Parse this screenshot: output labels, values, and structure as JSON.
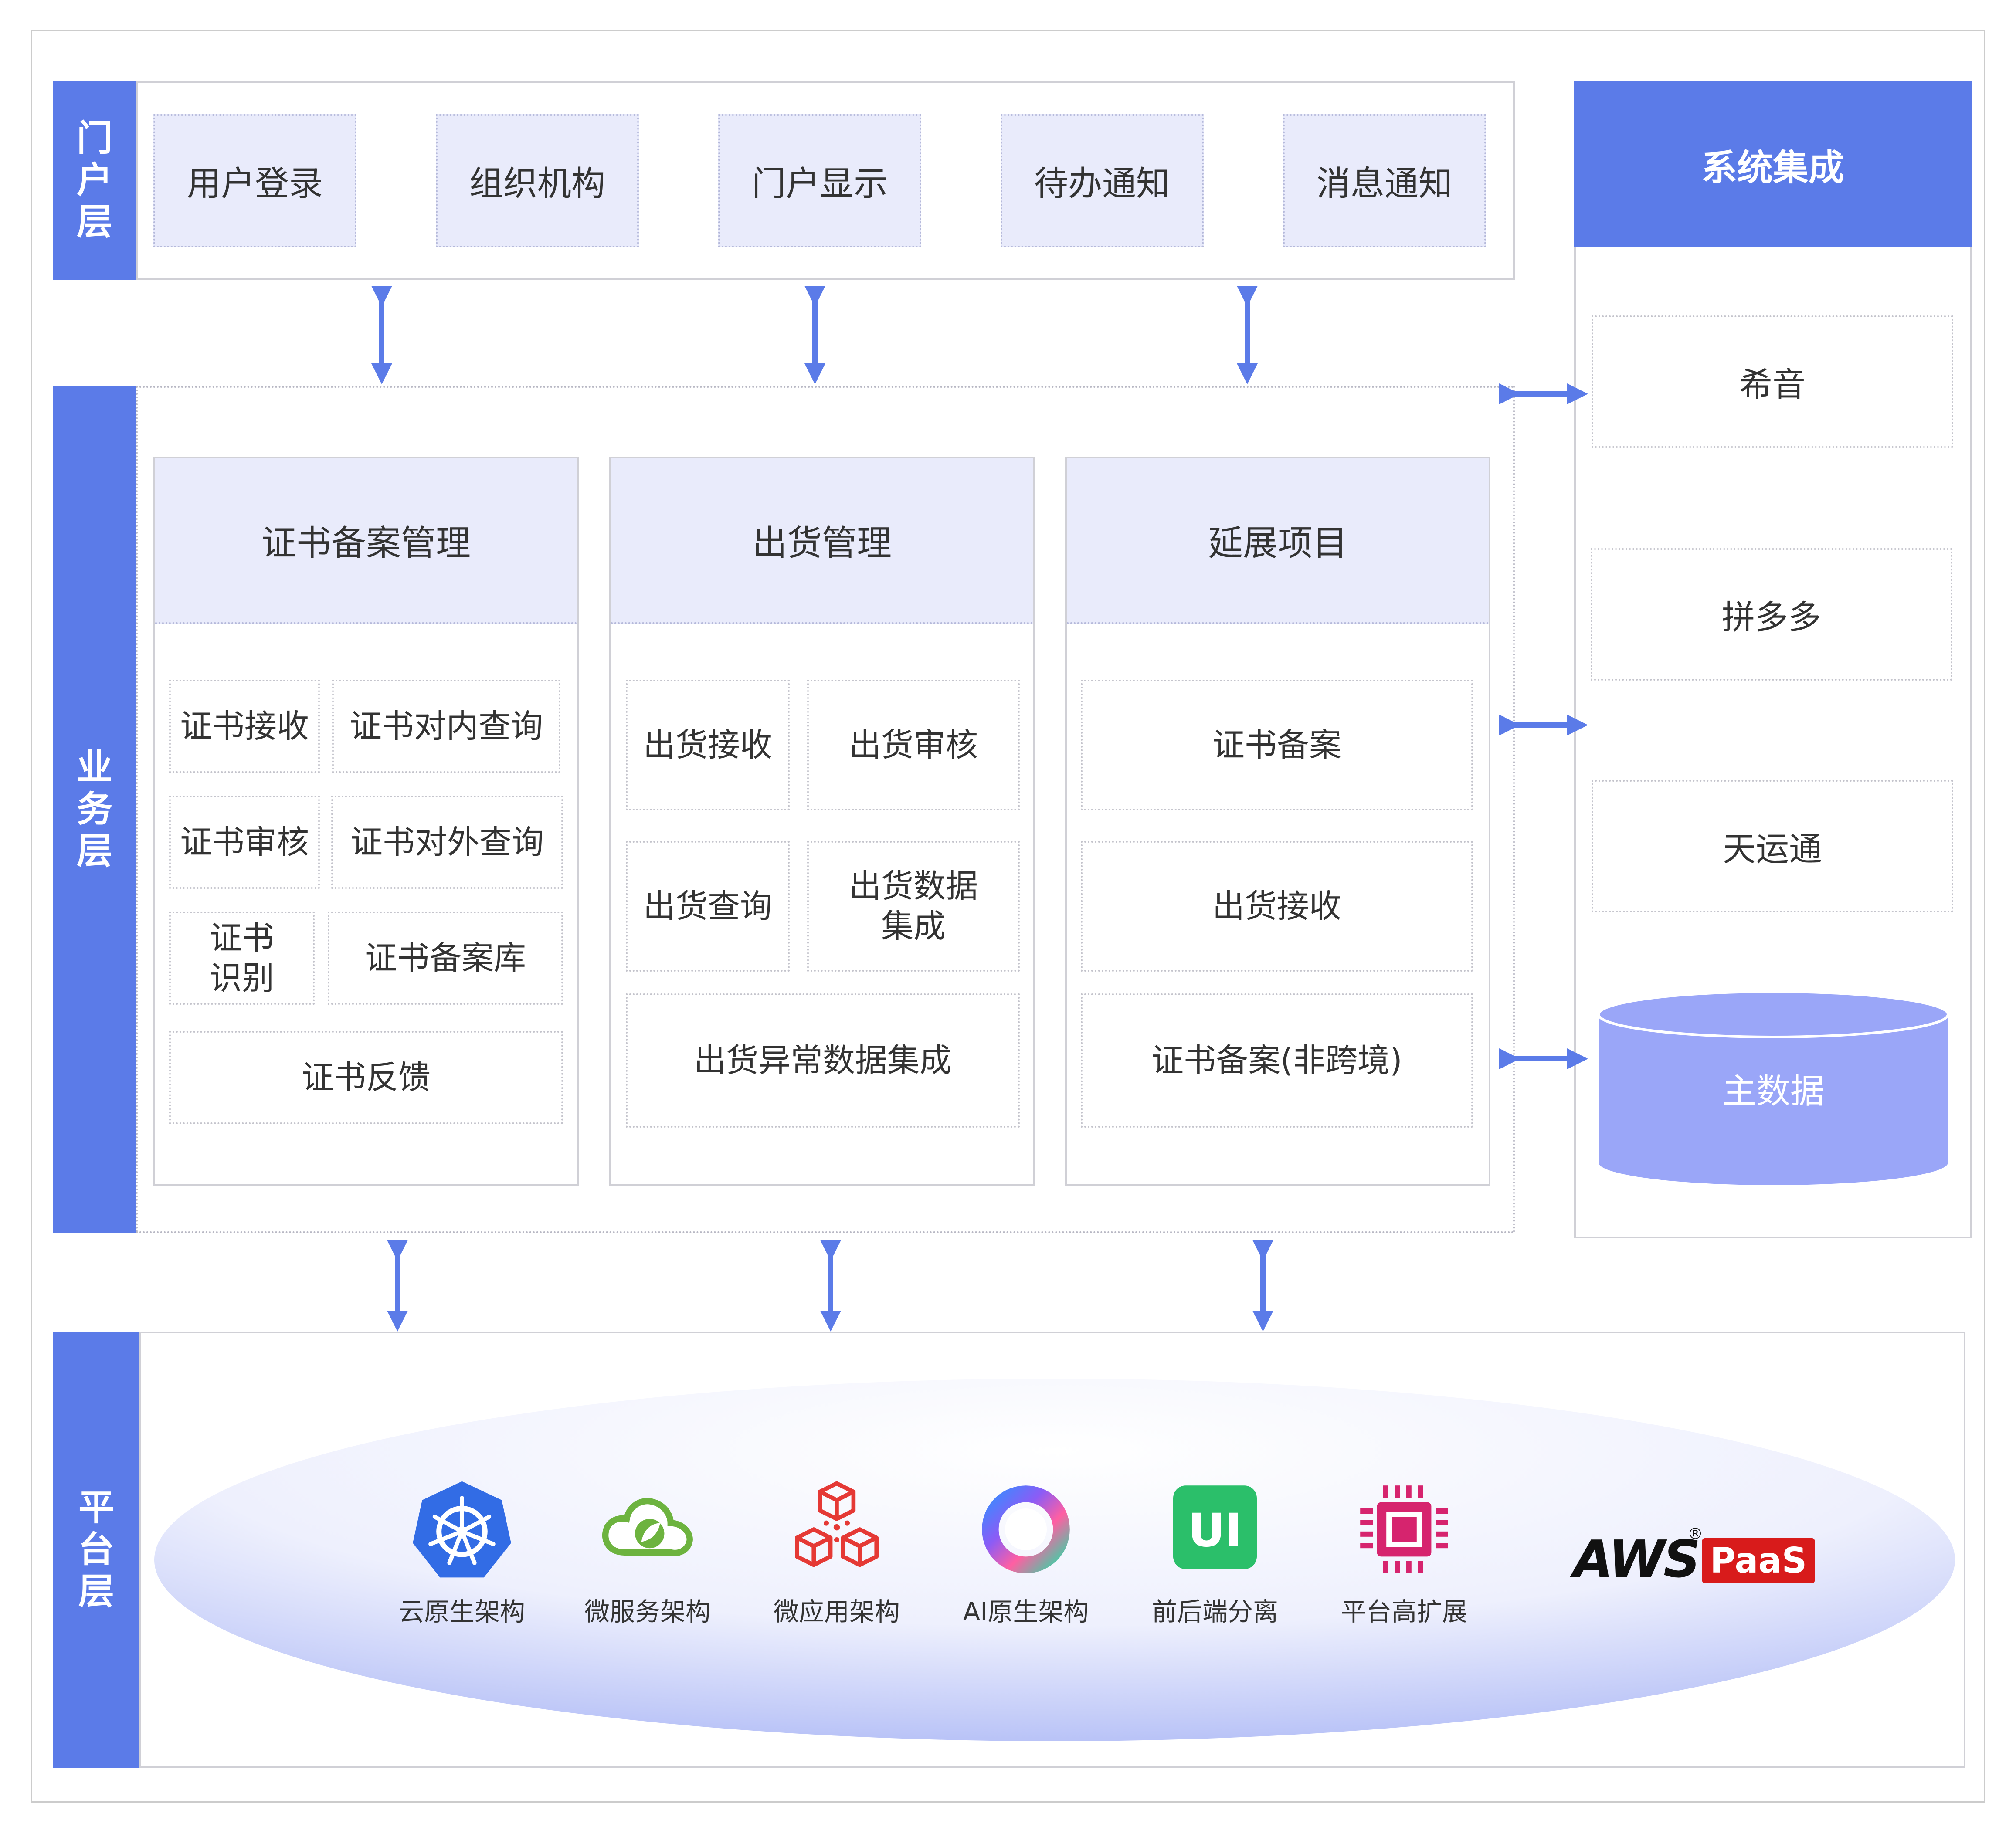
{
  "layers": {
    "portal": "门户层",
    "business": "业务层",
    "platform": "平台层"
  },
  "portal": {
    "items": [
      "用户登录",
      "组织机构",
      "门户显示",
      "待办通知",
      "消息通知"
    ]
  },
  "business": {
    "groups": [
      {
        "title": "证书备案管理",
        "cells": [
          "证书接收",
          "证书对内查询",
          "证书审核",
          "证书对外查询",
          "证书\n识别",
          "证书备案库",
          "证书反馈"
        ]
      },
      {
        "title": "出货管理",
        "cells": [
          "出货接收",
          "出货审核",
          "出货查询",
          "出货数据\n集成",
          "出货异常数据集成"
        ]
      },
      {
        "title": "延展项目",
        "cells": [
          "证书备案",
          "出货接收",
          "证书备案(非跨境)"
        ]
      }
    ]
  },
  "integration": {
    "title": "系统集成",
    "items": [
      "希音",
      "拼多多",
      "天运通"
    ],
    "master_data": "主数据"
  },
  "platform": {
    "items": [
      {
        "label": "云原生架构",
        "icon": "kubernetes-icon",
        "color": "#326ce5"
      },
      {
        "label": "微服务架构",
        "icon": "spring-icon",
        "color": "#6db33f"
      },
      {
        "label": "微应用架构",
        "icon": "cubes-icon",
        "color": "#e53935"
      },
      {
        "label": "AI原生架构",
        "icon": "ai-ring-icon",
        "color": "#7a5cff"
      },
      {
        "label": "前后端分离",
        "icon": "ui-icon",
        "color": "#2bbf6a"
      },
      {
        "label": "平台高扩展",
        "icon": "chip-icon",
        "color": "#d6246e"
      }
    ],
    "logo": {
      "brand": "AWS",
      "registered": "®",
      "suffix": "PaaS"
    }
  },
  "colors": {
    "accent": "#5b7be8",
    "light": "#e9ebfb",
    "cylinder": "#9aa6f8"
  }
}
